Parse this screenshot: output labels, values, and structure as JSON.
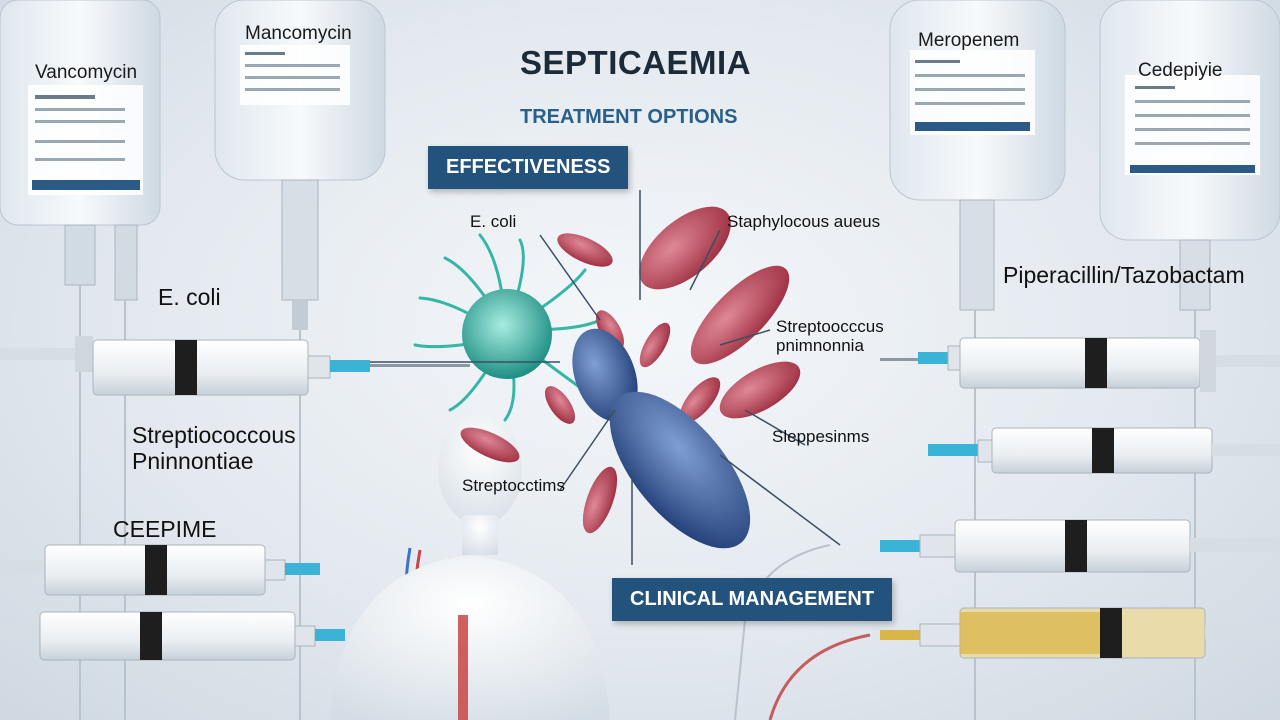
{
  "title": "SEPTICAEMIA",
  "subtitle": "TREATMENT OPTIONS",
  "banners": {
    "effectiveness": "EFFECTIVENESS",
    "clinical_management": "CLINICAL MANAGEMENT"
  },
  "iv_bags": [
    {
      "label": "Vancomycin"
    },
    {
      "label": "Mancomycin"
    },
    {
      "label": "Meropenem"
    },
    {
      "label": "Cedepiyie"
    }
  ],
  "left_labels": {
    "ecoli": "E. coli",
    "strep_line1": "Streptiococcous",
    "strep_line2": "Pninnontiae",
    "cefepime": "CEEPIME"
  },
  "right_labels": {
    "piperacillin": "Piperacillin/Tazobactam"
  },
  "pathogen_labels": {
    "ecoli": "E. coli",
    "staph": "Staphylocous aueus",
    "strep_line1": "Streptoocccus",
    "strep_line2": "pnimnonnia",
    "sleppesinms": "Sleppesinms",
    "streptocctims": "Streptocctims"
  },
  "colors": {
    "banner": "#23527c",
    "title": "#1d2b38",
    "subtitle": "#2a5f8a",
    "bacteria_red": "#b8495a",
    "bacteria_blue": "#2f4f8f",
    "virus_teal": "#2aa89a",
    "needle_blue": "#3bb3d6",
    "serum_yellow": "#d9b54a"
  }
}
